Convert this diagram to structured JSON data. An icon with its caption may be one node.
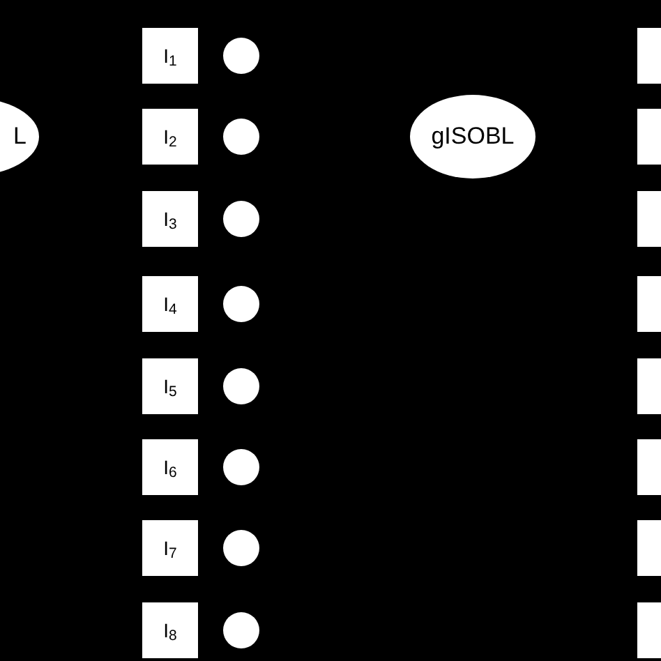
{
  "diagram": {
    "nodes": [
      {
        "text": [
          "L"
        ]
      },
      {
        "text": [
          "I$_{1}$"
        ]
      },
      {
        "text": [],
        "shape": "circle"
      },
      {
        "text": [
          "I$_{2}$"
        ]
      },
      {
        "text": [],
        "shape": "circle"
      },
      {
        "text": [
          "I$_{3}$"
        ]
      },
      {
        "text": [],
        "shape": "circle"
      },
      {
        "text": [
          "I$_{4}$"
        ]
      },
      {
        "text": [],
        "shape": "circle"
      },
      {
        "text": [
          "I$_{5}$"
        ]
      },
      {
        "text": [],
        "shape": "circle"
      },
      {
        "text": [
          "I$_{6}$"
        ]
      },
      {
        "text": [],
        "shape": "circle"
      },
      {
        "text": [
          "I$_{7}$"
        ]
      },
      {
        "text": [],
        "shape": "circle"
      },
      {
        "text": [
          "I$_{8}$"
        ]
      },
      {
        "text": [],
        "shape": "circle"
      },
      {
        "text": [
          "gISOBL"
        ]
      },
      {
        "text": [],
        "shape": "box"
      },
      {
        "text": [],
        "shape": "box"
      },
      {
        "text": [],
        "shape": "box"
      },
      {
        "text": [],
        "shape": "box"
      },
      {
        "text": [],
        "shape": "box"
      },
      {
        "text": [],
        "shape": "box"
      },
      {
        "text": [],
        "shape": "box"
      },
      {
        "text": [],
        "shape": "box"
      }
    ]
  }
}
